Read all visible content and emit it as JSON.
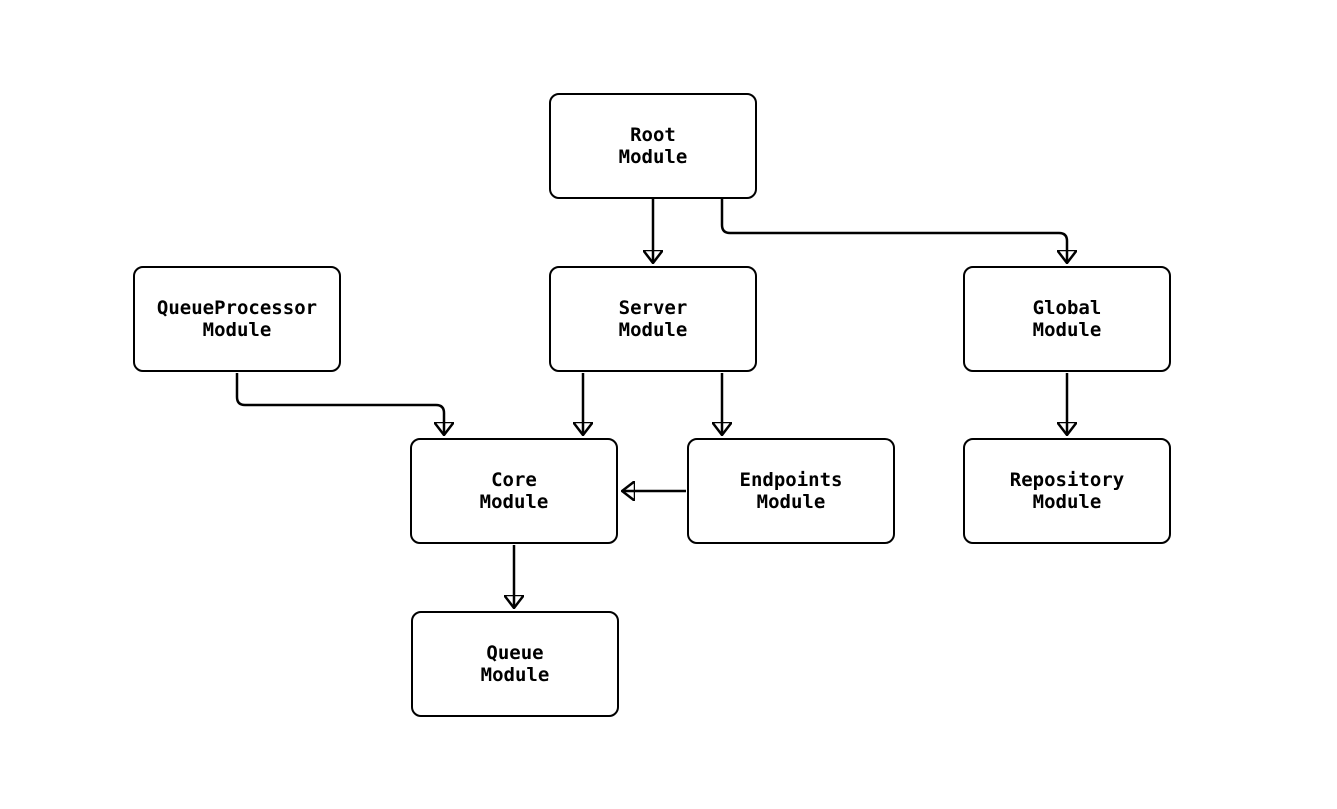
{
  "diagram": {
    "type": "flowchart",
    "background_color": "#ffffff",
    "line_color": "#000000",
    "box_fill_color": "#ffffff",
    "text_color": "#000000",
    "nodes": {
      "root": {
        "line1": "Root",
        "line2": "Module"
      },
      "queueprocessor": {
        "line1": "QueueProcessor",
        "line2": "Module"
      },
      "server": {
        "line1": "Server",
        "line2": "Module"
      },
      "global": {
        "line1": "Global",
        "line2": "Module"
      },
      "core": {
        "line1": "Core",
        "line2": "Module"
      },
      "endpoints": {
        "line1": "Endpoints",
        "line2": "Module"
      },
      "repository": {
        "line1": "Repository",
        "line2": "Module"
      },
      "queue": {
        "line1": "Queue",
        "line2": "Module"
      }
    },
    "edges": [
      {
        "from": "Root Module",
        "to": "Server Module"
      },
      {
        "from": "Root Module",
        "to": "Global Module"
      },
      {
        "from": "QueueProcessor Module",
        "to": "Core Module"
      },
      {
        "from": "Server Module",
        "to": "Core Module"
      },
      {
        "from": "Server Module",
        "to": "Endpoints Module"
      },
      {
        "from": "Endpoints Module",
        "to": "Core Module"
      },
      {
        "from": "Global Module",
        "to": "Repository Module"
      },
      {
        "from": "Core Module",
        "to": "Queue Module"
      }
    ]
  }
}
